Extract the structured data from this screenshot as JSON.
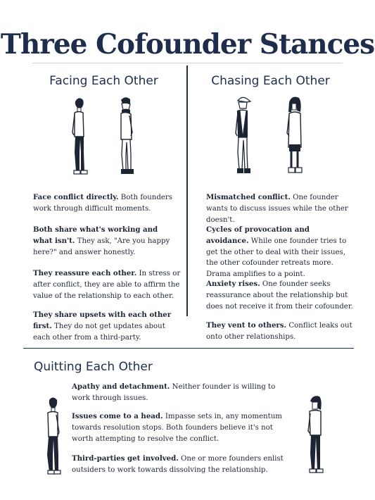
{
  "title": "Three Cofounder Stances",
  "facing": {
    "heading": "Facing Each Other",
    "items": [
      {
        "bold": "Face conflict directly.",
        "text": " Both founders work through difficult moments."
      },
      {
        "bold": "Both share what's working and what isn't.",
        "text": " They ask, \"Are you happy here?\" and answer honestly."
      },
      {
        "bold": "They reassure each other.",
        "text": " In stress or after conflict, they are able to affirm the value of the relationship to each other."
      },
      {
        "bold": "They share upsets with each other first.",
        "text": " They do not get updates about each other from a third-party."
      }
    ]
  },
  "chasing": {
    "heading": "Chasing Each Other",
    "items": [
      {
        "bold": "Mismatched conflict.",
        "text": " One founder wants to discuss issues while the other doesn't."
      },
      {
        "bold": "Cycles of provocation and avoidance.",
        "text": " While one founder tries to get the other to deal with their issues, the other cofounder retreats more. Drama amplifies to a point."
      },
      {
        "bold": "Anxiety rises.",
        "text": " One founder seeks reassurance about the relationship but does not receive it from their cofounder."
      },
      {
        "bold": "They vent to others.",
        "text": " Conflict leaks out onto other relationships."
      }
    ]
  },
  "quitting": {
    "heading": "Quitting Each Other",
    "items": [
      {
        "bold": "Apathy and detachment.",
        "text": " Neither founder is willing to work through issues."
      },
      {
        "bold": "Issues come to a head.",
        "text": " Impasse sets in, any momentum towards resolution stops. Both founders believe it's not worth attempting to resolve the conflict."
      },
      {
        "bold": "Third-parties get involved.",
        "text": " One or more founders enlist outsiders to work towards dissolving the relationship."
      }
    ]
  }
}
